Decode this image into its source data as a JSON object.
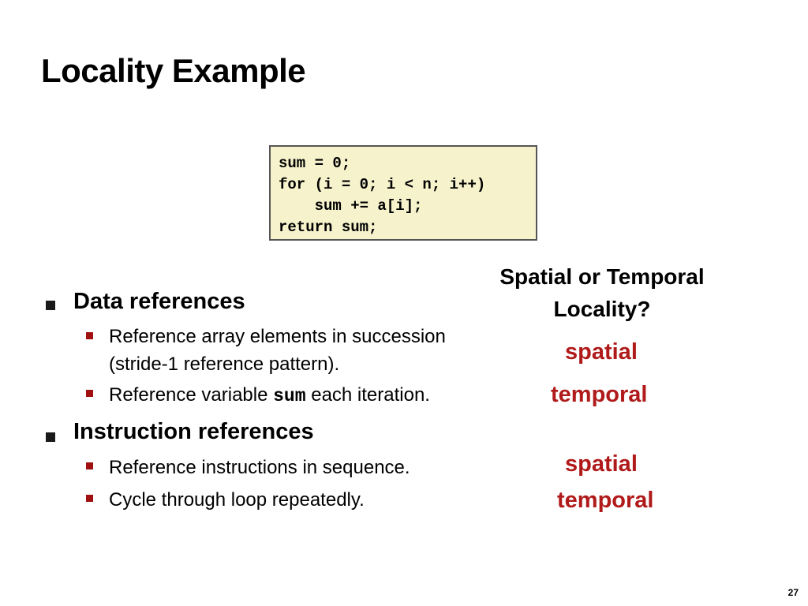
{
  "slide": {
    "title": "Locality Example",
    "page_number": "27"
  },
  "code": {
    "lines": [
      "sum = 0;",
      "for (i = 0; i < n; i++)",
      "    sum += a[i];",
      "return sum;"
    ]
  },
  "question": {
    "line1": "Spatial or Temporal",
    "line2": "Locality?"
  },
  "bullets": {
    "data_references": {
      "label": "Data references",
      "items": [
        {
          "line1": "Reference array elements in succession",
          "line2": "(stride-1 reference pattern)."
        },
        {
          "prefix": "Reference variable ",
          "code": "sum",
          "suffix": " each iteration."
        }
      ]
    },
    "instruction_references": {
      "label": "Instruction references",
      "items": [
        {
          "line1": "Reference instructions in sequence."
        },
        {
          "line1": "Cycle through loop repeatedly."
        }
      ]
    }
  },
  "answers": [
    "spatial",
    "temporal",
    "spatial",
    "temporal"
  ],
  "colors": {
    "answer": "#b01a1a",
    "code_background": "#f5f2cc",
    "sub_bullet": "#a01010"
  }
}
